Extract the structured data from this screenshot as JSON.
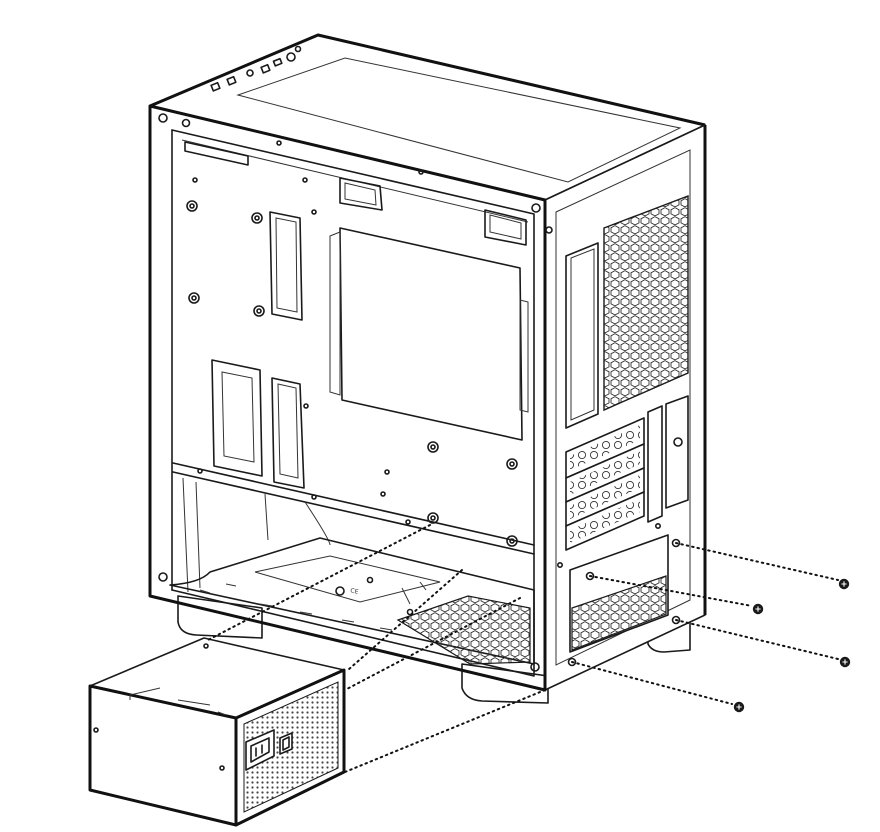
{
  "diagram": {
    "colors": {
      "line": "#1a1a1a",
      "mesh": "#333333",
      "background": "#ffffff"
    },
    "parts": [
      {
        "id": "pc-case",
        "icon": "case-outline"
      },
      {
        "id": "power-supply",
        "icon": "psu-outline"
      },
      {
        "id": "screws",
        "icon": "screw-icon",
        "count": 4
      }
    ],
    "psu_label_marks": [
      "CE"
    ]
  }
}
